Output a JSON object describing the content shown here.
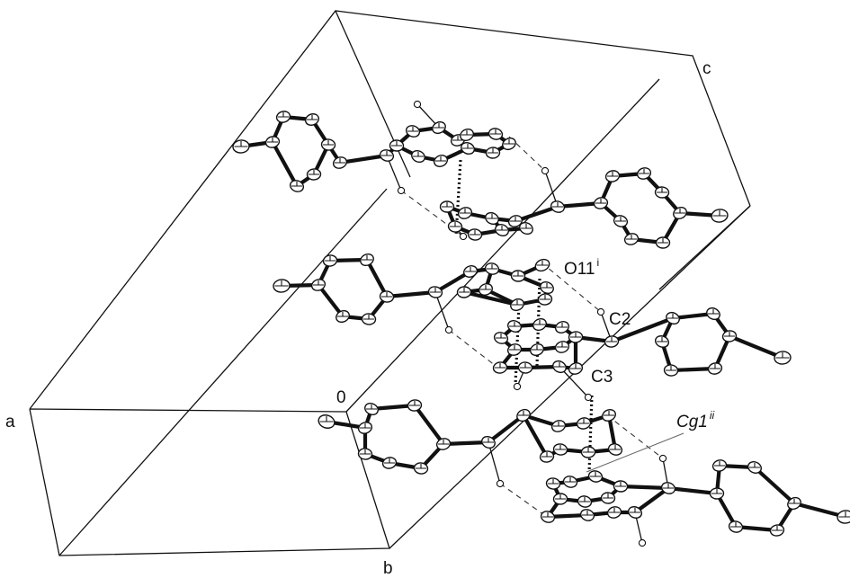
{
  "axes": {
    "a": "a",
    "b": "b",
    "c": "c",
    "origin": "0"
  },
  "atom_labels": {
    "o11": {
      "text": "O11",
      "sup": "i"
    },
    "c2": {
      "text": "C2"
    },
    "c3": {
      "text": "C3"
    },
    "cg1": {
      "text": "Cg1",
      "sup": "ii"
    }
  },
  "colors": {
    "ink": "#111111",
    "background": "#ffffff"
  }
}
